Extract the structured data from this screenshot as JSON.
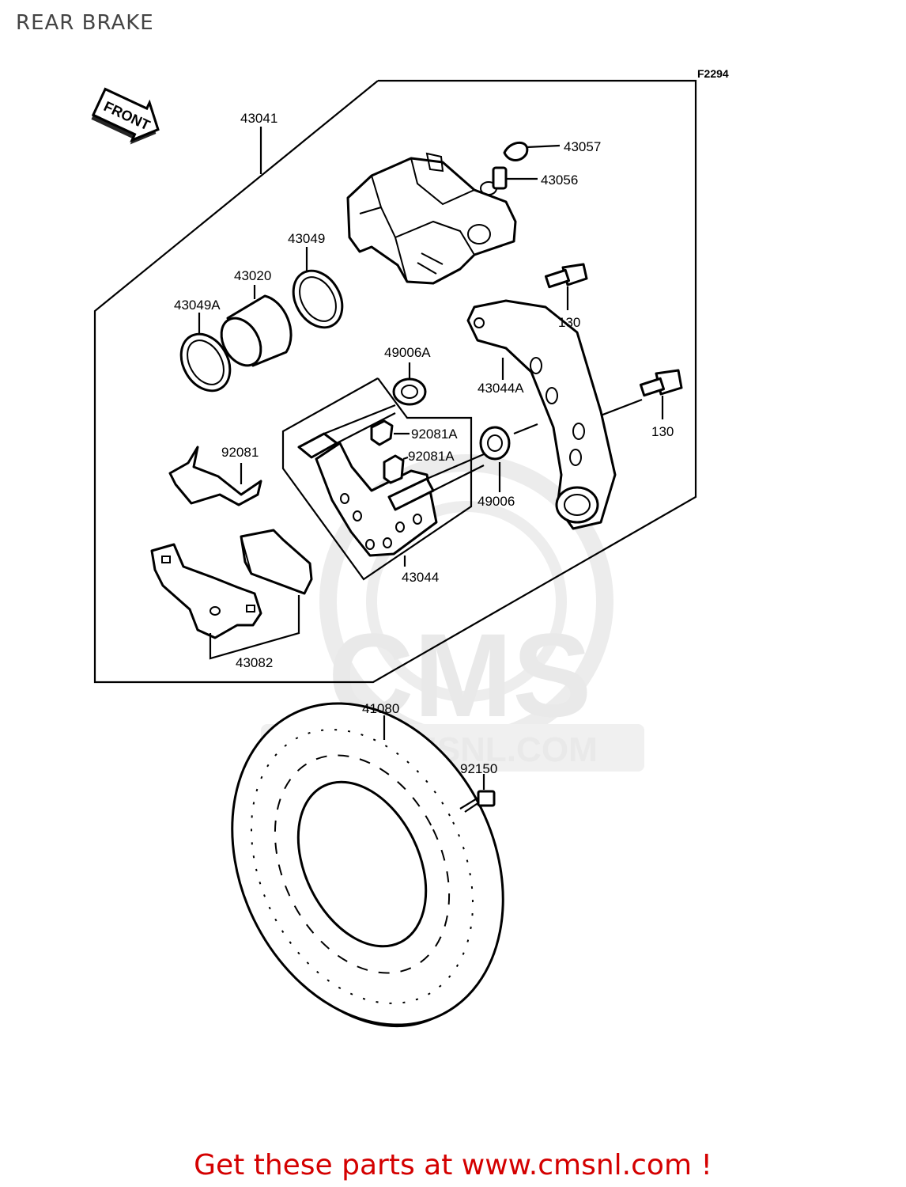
{
  "page": {
    "title": "REAR BRAKE",
    "figure_id": "F2294",
    "front_marker": "FRONT",
    "footer": "Get these parts at www.cmsnl.com !"
  },
  "watermark": {
    "logo_text": "CMS",
    "url_text": "WWW.CMSNL.COM"
  },
  "callouts": [
    {
      "id": "43041",
      "label": "43041"
    },
    {
      "id": "43057",
      "label": "43057"
    },
    {
      "id": "43056",
      "label": "43056"
    },
    {
      "id": "43049",
      "label": "43049"
    },
    {
      "id": "43020",
      "label": "43020"
    },
    {
      "id": "43049A",
      "label": "43049A"
    },
    {
      "id": "130a",
      "label": "130"
    },
    {
      "id": "49006A",
      "label": "49006A"
    },
    {
      "id": "43044A",
      "label": "43044A"
    },
    {
      "id": "130b",
      "label": "130"
    },
    {
      "id": "92081A-1",
      "label": "92081A"
    },
    {
      "id": "92081",
      "label": "92081"
    },
    {
      "id": "92081A-2",
      "label": "92081A"
    },
    {
      "id": "49006",
      "label": "49006"
    },
    {
      "id": "43044",
      "label": "43044"
    },
    {
      "id": "43082",
      "label": "43082"
    },
    {
      "id": "41080",
      "label": "41080"
    },
    {
      "id": "92150",
      "label": "92150"
    }
  ],
  "colors": {
    "footer_text": "#d40000",
    "title_text": "#444444",
    "watermark": "#e9e9e9"
  }
}
